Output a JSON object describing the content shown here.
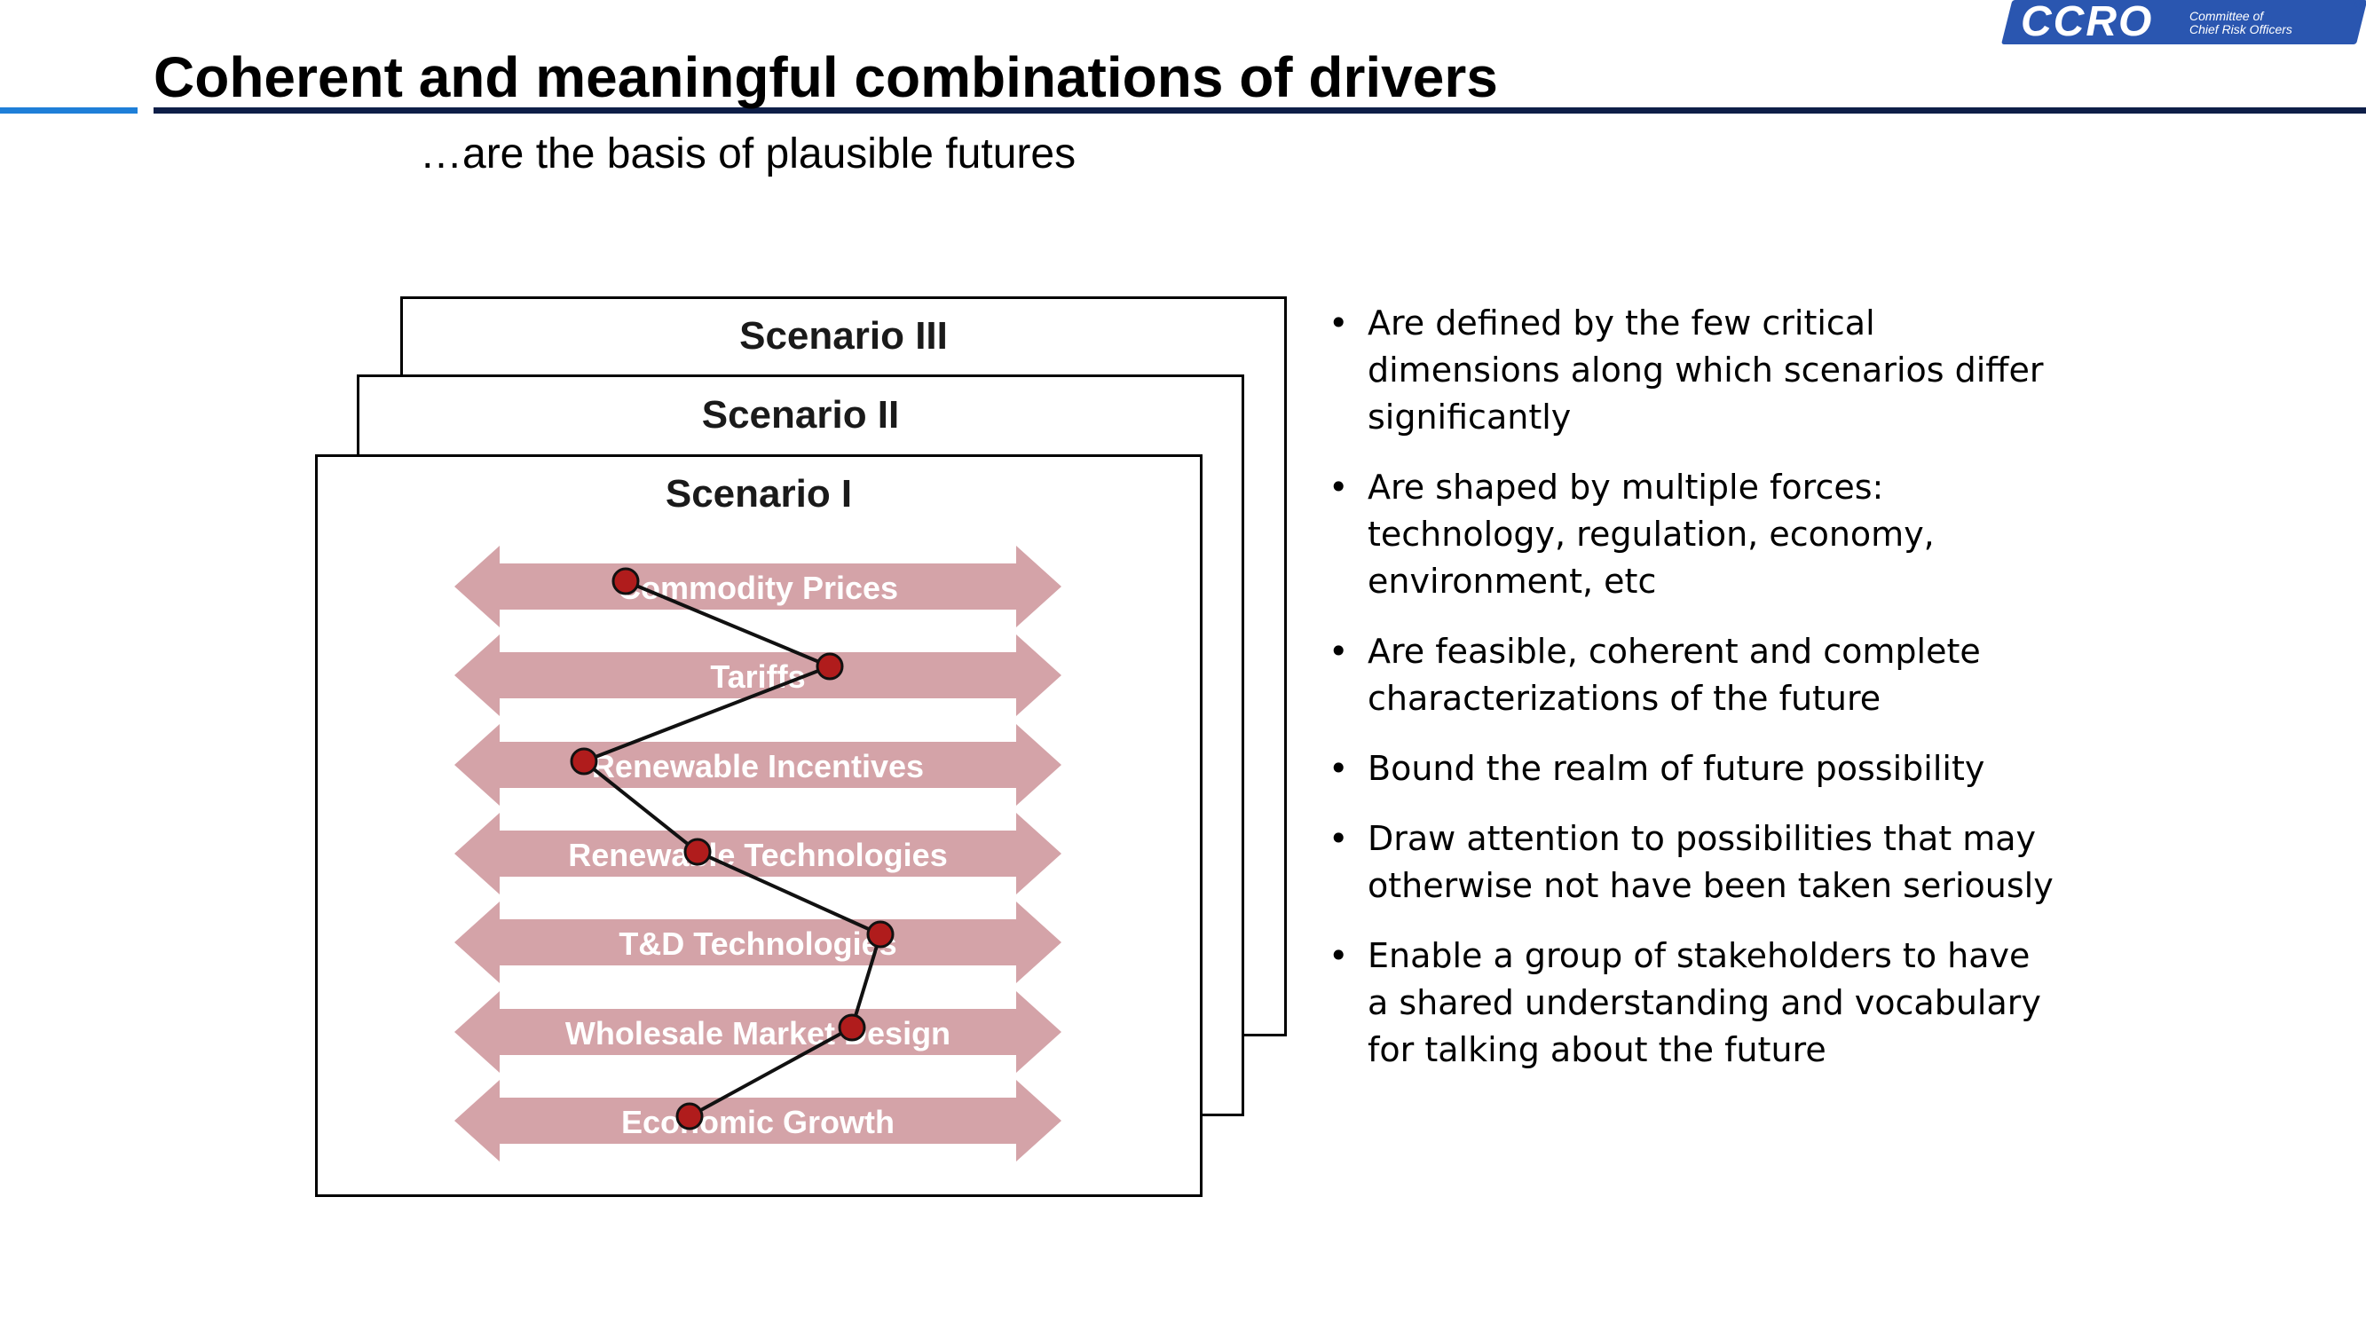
{
  "header": {
    "title": "Coherent and meaningful combinations of drivers",
    "subtitle": "…are the basis of plausible futures"
  },
  "logo": {
    "main": "CCRO",
    "sub_line1": "Committee of",
    "sub_line2": "Chief Risk Officers",
    "registered": "®"
  },
  "scenarios": [
    {
      "label": "Scenario III"
    },
    {
      "label": "Scenario II"
    },
    {
      "label": "Scenario I"
    }
  ],
  "drivers": [
    "Commodity Prices",
    "Tariffs",
    "Renewable Incentives",
    "Renewable Technologies",
    "T&D Technologies",
    "Wholesale Market Design",
    "Economic Growth"
  ],
  "bullet_symbol": "•",
  "bullets": [
    "Are defined by the few critical dimensions along which scenarios differ significantly",
    "Are shaped by multiple forces: technology, regulation, economy, environment, etc",
    "Are feasible, coherent and complete characterizations of the future",
    "Bound the realm of future possibility",
    "Draw attention to possibilities that may otherwise not have been taken seriously",
    "Enable a group of stakeholders to have a shared understanding and vocabulary for talking about the future"
  ],
  "colors": {
    "arrow_fill": "#d4a3a8",
    "arrow_text": "#ffffff",
    "marker_fill": "#b01c1c",
    "path_line": "#111111",
    "title_rule": "#0e1e48",
    "accent_rule": "#1e7fd8",
    "logo_blue": "#2a56b0"
  }
}
